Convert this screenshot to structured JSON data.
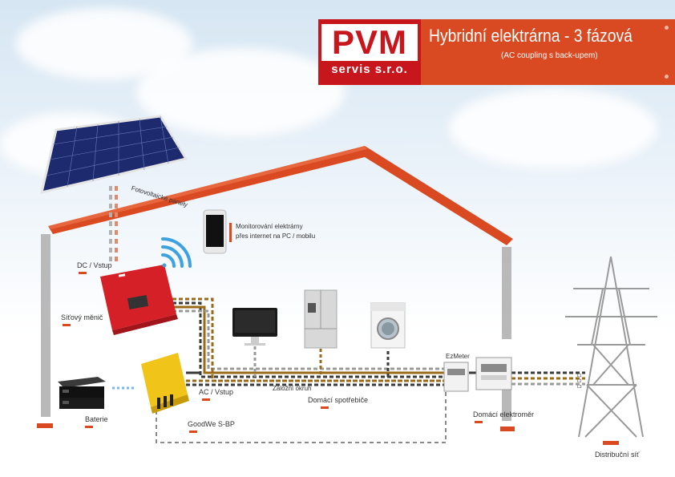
{
  "header": {
    "logo_main": "PVM",
    "logo_sub": "servis s.r.o.",
    "title": "Hybridní elektrárna - 3 fázová",
    "subtitle": "(AC coupling s back-upem)"
  },
  "labels": {
    "pv_panels": "Fotovoltaické panely",
    "monitoring_line1": "Monitorování elektrárny",
    "monitoring_line2": "přes internet na PC / mobilu",
    "dc_input": "DC / Vstup",
    "grid_inverter": "Síťový měnič",
    "battery": "Baterie",
    "ac_input": "AC / Vstup",
    "goodwe": "GoodWe S-BP",
    "backup_appliances": "Záložní okruh",
    "home_appliances": "Domácí spotřebiče",
    "ezmeter": "EzMeter",
    "home_meter": "Domácí elektroměr",
    "grid": "Distribuční síť",
    "phase_1": "L1",
    "phase_2": "L2",
    "phase_3": "L3"
  },
  "colors": {
    "brand_red": "#c8161d",
    "accent_orange": "#d94a22",
    "cable_brown": "#9a6a1a",
    "cable_dark": "#3a3a3a",
    "cable_grey": "#9a9a9a"
  },
  "icons": {
    "wifi": "wifi-icon",
    "phone": "smartphone-icon",
    "monitor": "monitor-icon",
    "fridge": "fridge-icon",
    "washer": "washing-machine-icon",
    "tower": "power-tower-icon"
  }
}
